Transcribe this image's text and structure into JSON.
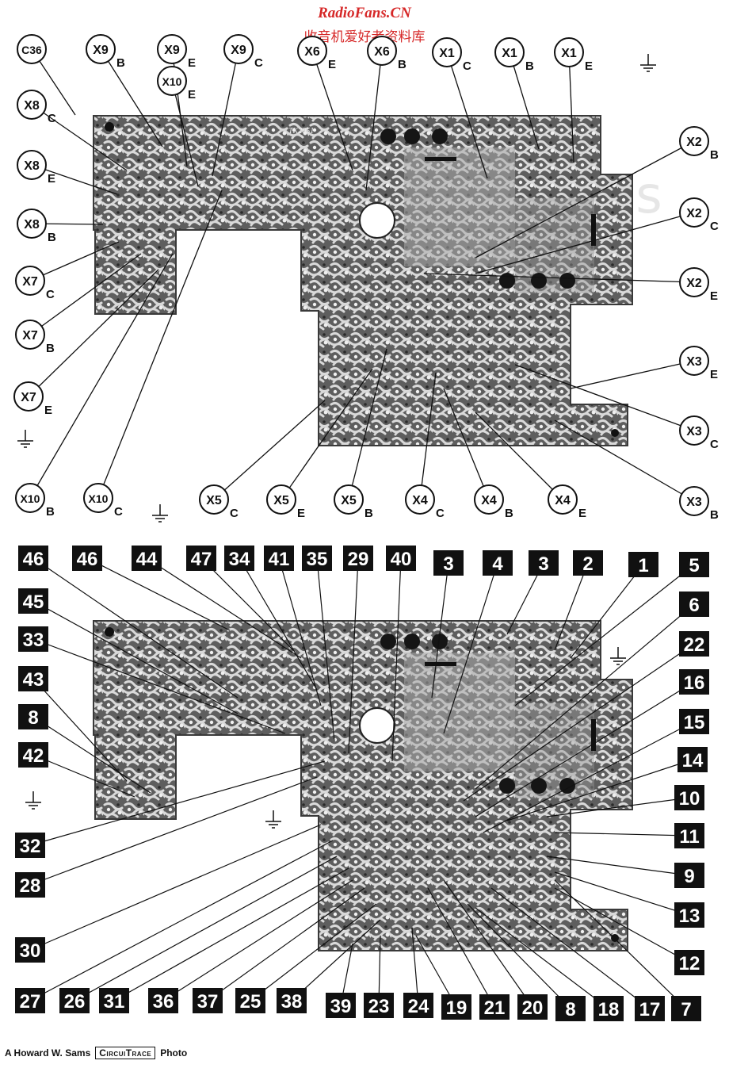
{
  "watermark": {
    "site": "RadioFans.CN",
    "subtitle": "收音机爱好者资料库",
    "faint_text": "fans"
  },
  "credit": {
    "prefix": "A Howard W. Sams",
    "brand": "CircuiTrace",
    "suffix": "Photo"
  },
  "board_marking": "TK2051",
  "colors": {
    "watermark": "#d62828",
    "label_box": "#111111",
    "board": "#6b6b6b",
    "ink": "#111111"
  },
  "top_labels": [
    {
      "id": "C36",
      "sub": ""
    },
    {
      "id": "X9",
      "sub": "B"
    },
    {
      "id": "X9",
      "sub": "E"
    },
    {
      "id": "X9",
      "sub": "C"
    },
    {
      "id": "X10",
      "sub": "E"
    },
    {
      "id": "X6",
      "sub": "E"
    },
    {
      "id": "X6",
      "sub": "B"
    },
    {
      "id": "X1",
      "sub": "C"
    },
    {
      "id": "X1",
      "sub": "B"
    },
    {
      "id": "X1",
      "sub": "E"
    },
    {
      "id": "X8",
      "sub": "C"
    },
    {
      "id": "X8",
      "sub": "E"
    },
    {
      "id": "X8",
      "sub": "B"
    },
    {
      "id": "X7",
      "sub": "C"
    },
    {
      "id": "X7",
      "sub": "B"
    },
    {
      "id": "X7",
      "sub": "E"
    },
    {
      "id": "X2",
      "sub": "B"
    },
    {
      "id": "X2",
      "sub": "C"
    },
    {
      "id": "X2",
      "sub": "E"
    },
    {
      "id": "X3",
      "sub": "E"
    },
    {
      "id": "X3",
      "sub": "C"
    },
    {
      "id": "X3",
      "sub": "B"
    },
    {
      "id": "X10",
      "sub": "B"
    },
    {
      "id": "X10",
      "sub": "C"
    },
    {
      "id": "X5",
      "sub": "C"
    },
    {
      "id": "X5",
      "sub": "E"
    },
    {
      "id": "X5",
      "sub": "B"
    },
    {
      "id": "X4",
      "sub": "C"
    },
    {
      "id": "X4",
      "sub": "B"
    },
    {
      "id": "X4",
      "sub": "E"
    }
  ],
  "bottom_labels": [
    "46",
    "46",
    "44",
    "47",
    "34",
    "41",
    "35",
    "29",
    "40",
    "3",
    "4",
    "3",
    "2",
    "1",
    "5",
    "45",
    "33",
    "43",
    "8",
    "42",
    "32",
    "28",
    "30",
    "6",
    "22",
    "16",
    "15",
    "14",
    "10",
    "11",
    "9",
    "13",
    "12",
    "27",
    "26",
    "31",
    "36",
    "37",
    "25",
    "38",
    "39",
    "23",
    "24",
    "19",
    "21",
    "20",
    "8",
    "18",
    "17",
    "7"
  ]
}
